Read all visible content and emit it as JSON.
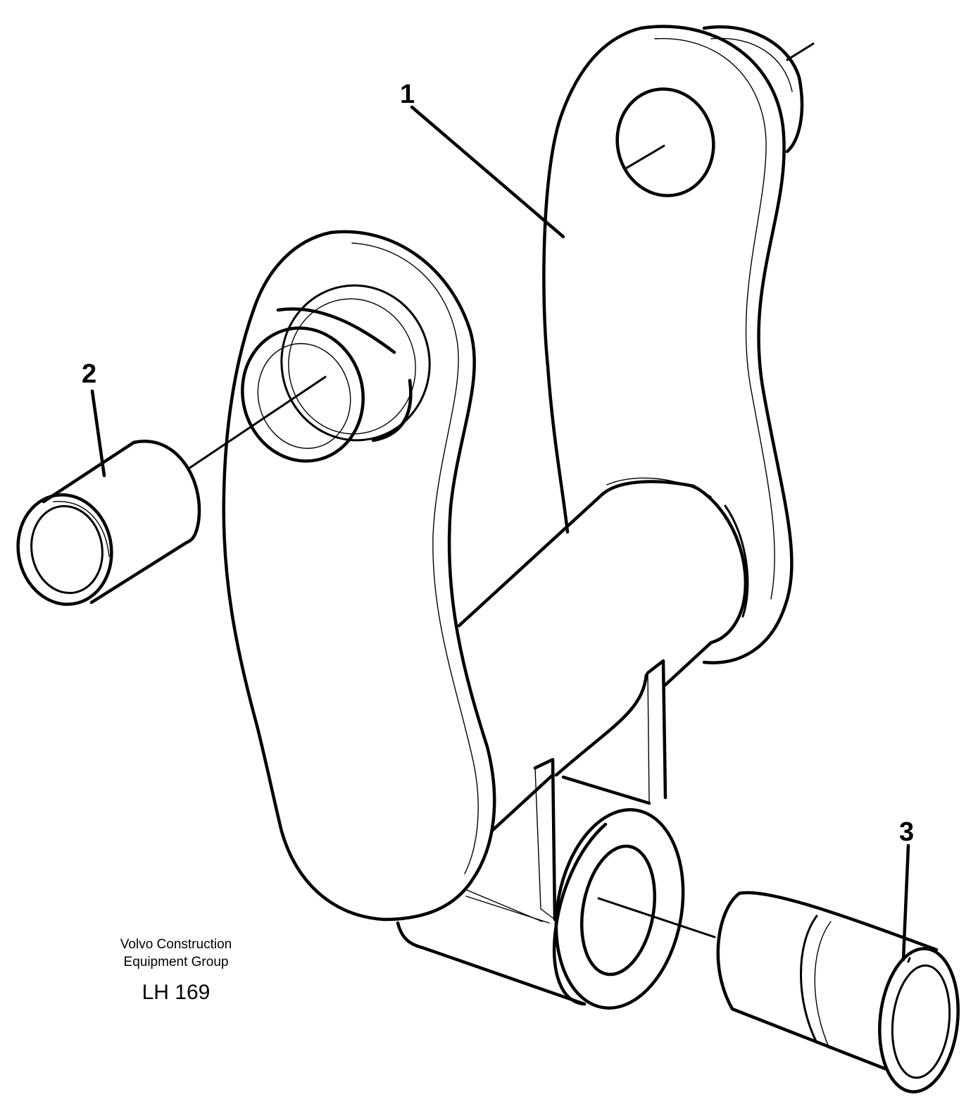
{
  "callouts": {
    "part1": "1",
    "part2": "2",
    "part3": "3"
  },
  "caption": {
    "line1": "Volvo Construction",
    "line2": "Equipment Group",
    "code": "LH 169"
  },
  "colors": {
    "line": "#000000",
    "background": "#ffffff"
  }
}
